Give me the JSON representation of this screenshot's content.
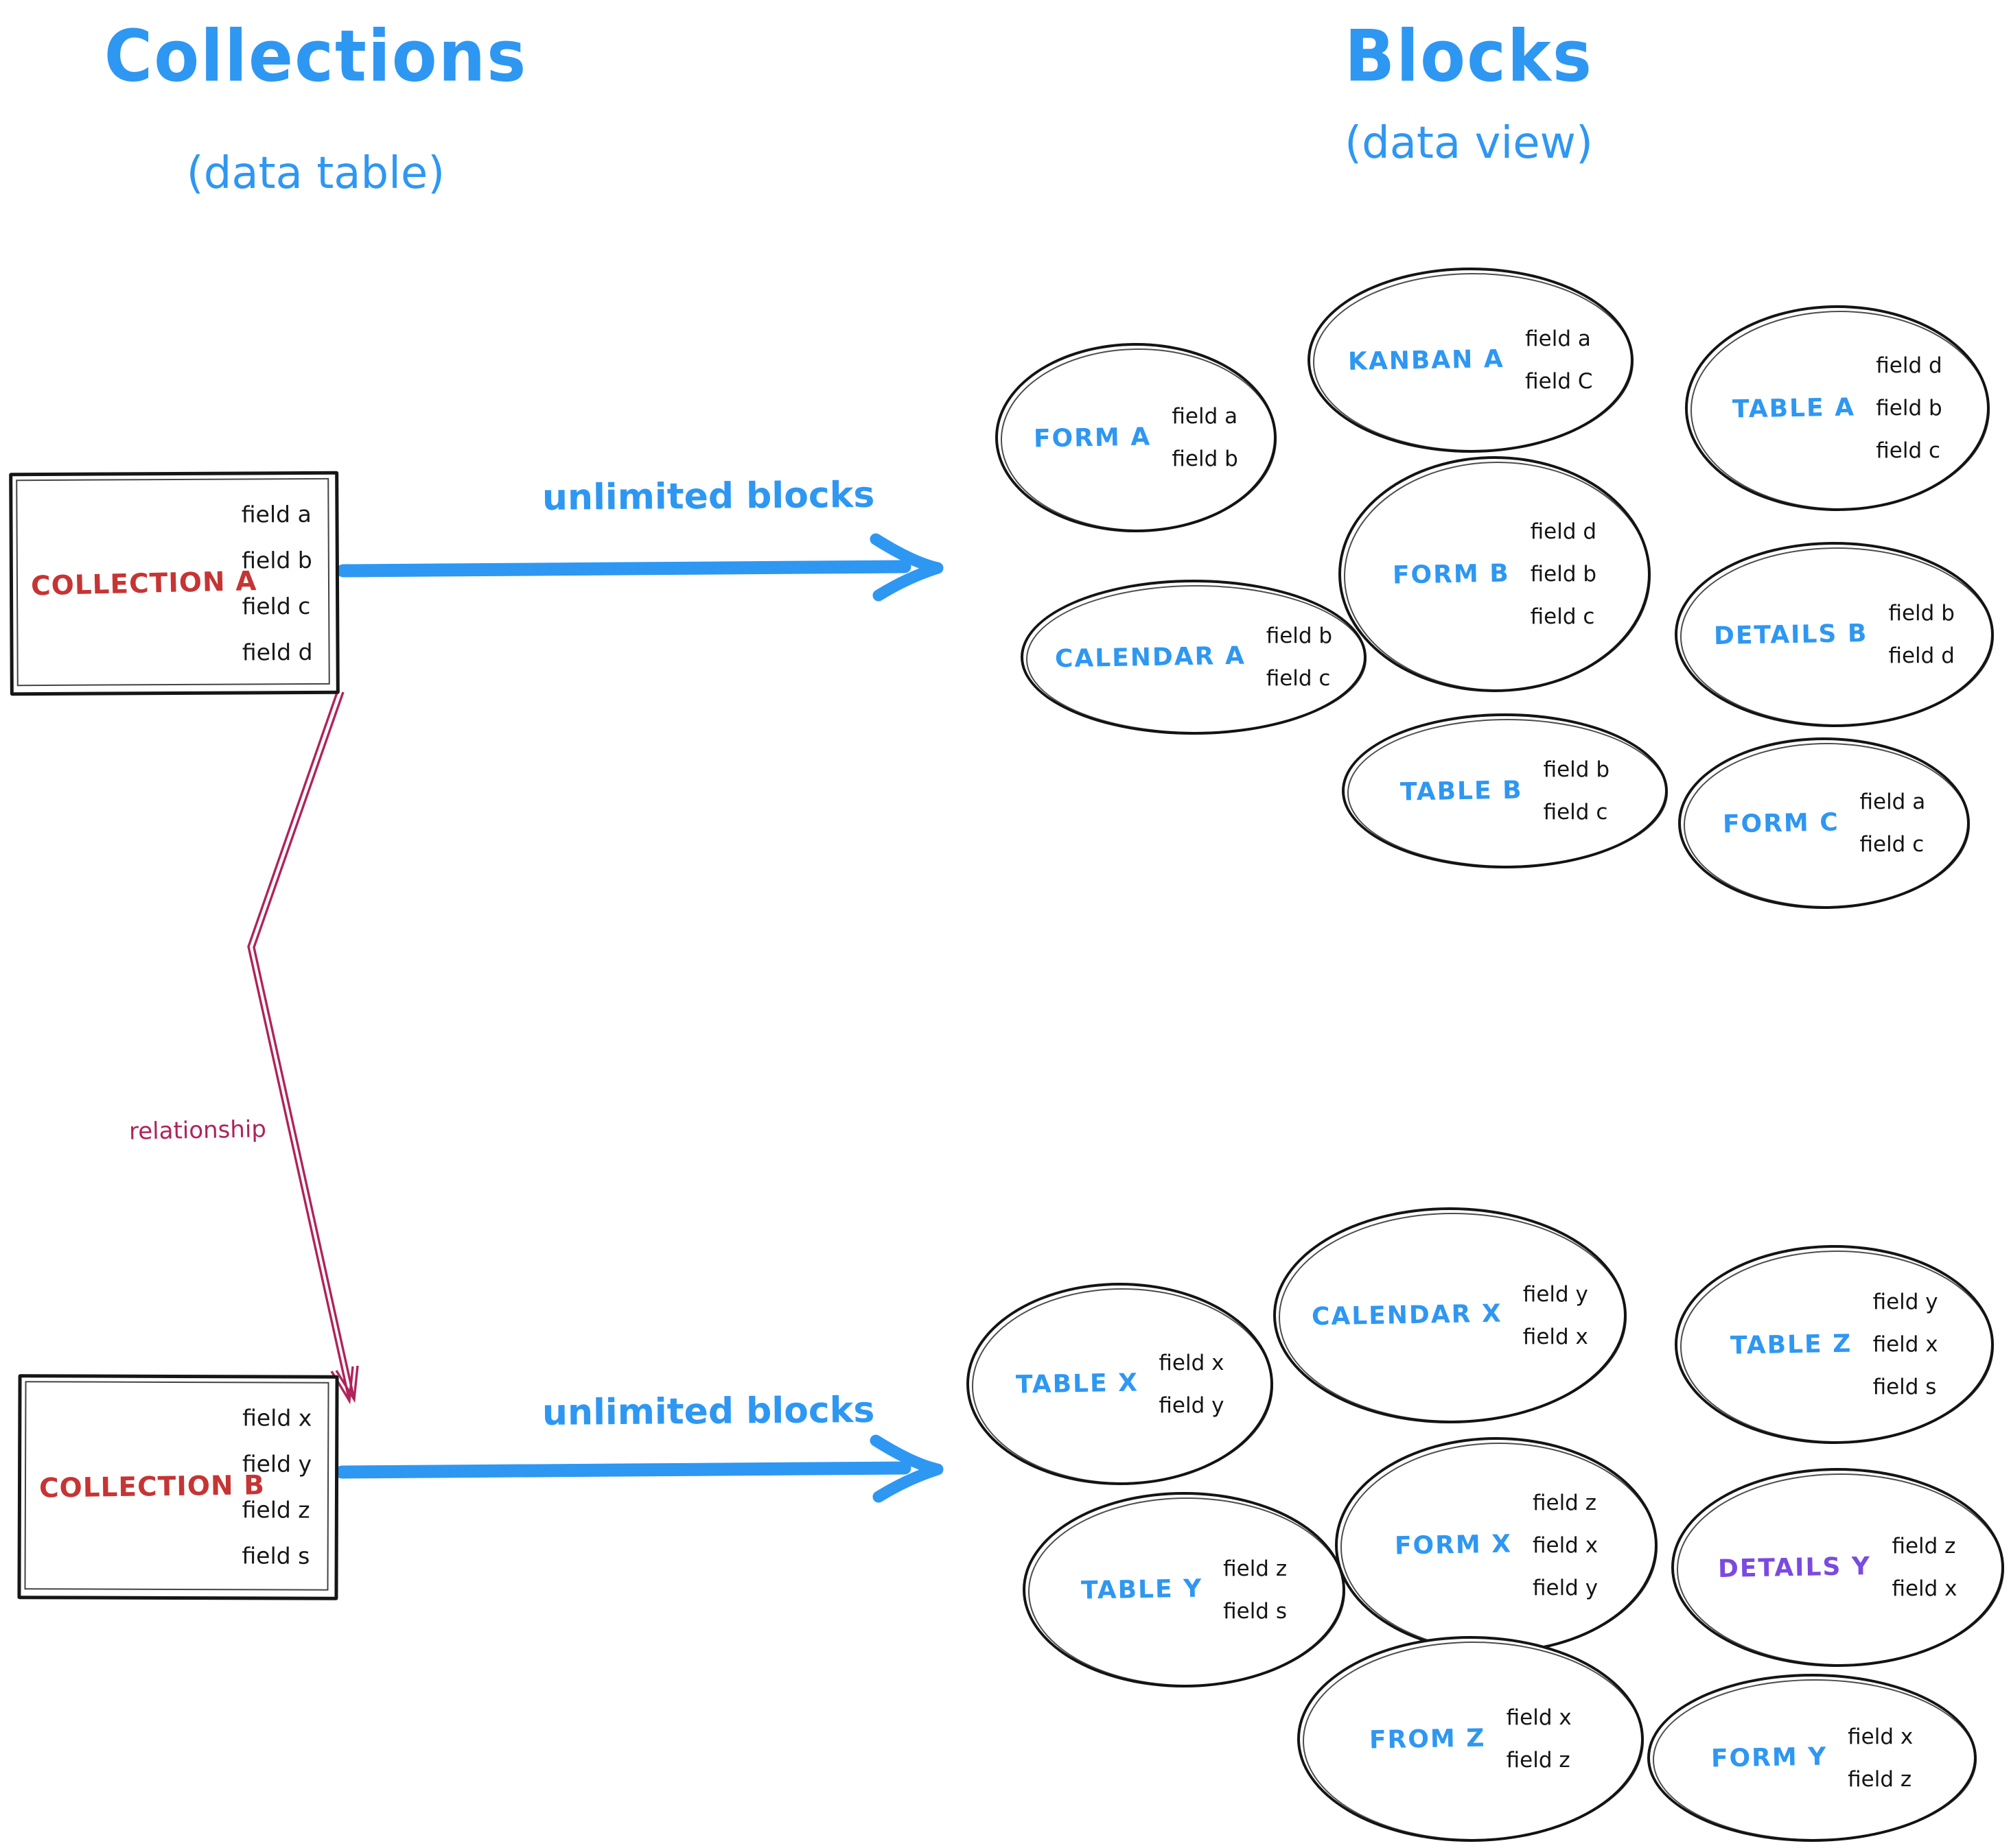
{
  "titles": {
    "left": {
      "main": "Collections",
      "sub": "(data table)"
    },
    "right": {
      "main": "Blocks",
      "sub": "(data view)"
    }
  },
  "collections": [
    {
      "name": "COLLECTION A",
      "fields": [
        "field a",
        "field b",
        "field c",
        "field d"
      ]
    },
    {
      "name": "COLLECTION B",
      "fields": [
        "field x",
        "field y",
        "field z",
        "field s"
      ]
    }
  ],
  "arrows": {
    "collection_a_label": "unlimited blocks",
    "collection_b_label": "unlimited blocks",
    "relationship_label": "relationship"
  },
  "blocks_a": [
    {
      "name": "FORM A",
      "fields": [
        "field a",
        "field b"
      ]
    },
    {
      "name": "KANBAN A",
      "fields": [
        "field a",
        "field C"
      ]
    },
    {
      "name": "TABLE A",
      "fields": [
        "field d",
        "field b",
        "field c"
      ]
    },
    {
      "name": "FORM B",
      "fields": [
        "field d",
        "field b",
        "field c"
      ]
    },
    {
      "name": "CALENDAR A",
      "fields": [
        "field b",
        "field c"
      ]
    },
    {
      "name": "TABLE B",
      "fields": [
        "field b",
        "field c"
      ]
    },
    {
      "name": "DETAILS B",
      "fields": [
        "field b",
        "field d"
      ]
    },
    {
      "name": "FORM C",
      "fields": [
        "field a",
        "field c"
      ]
    }
  ],
  "blocks_b": [
    {
      "name": "TABLE X",
      "fields": [
        "field x",
        "field y"
      ]
    },
    {
      "name": "CALENDAR X",
      "fields": [
        "field y",
        "field x"
      ]
    },
    {
      "name": "TABLE Z",
      "fields": [
        "field y",
        "field x",
        "field s"
      ]
    },
    {
      "name": "TABLE Y",
      "fields": [
        "field z",
        "field s"
      ]
    },
    {
      "name": "FORM X",
      "fields": [
        "field z",
        "field x",
        "field y"
      ]
    },
    {
      "name": "DETAILS Y",
      "fields": [
        "field z",
        "field x"
      ]
    },
    {
      "name": "FROM Z",
      "fields": [
        "field x",
        "field z"
      ]
    },
    {
      "name": "FORM Y",
      "fields": [
        "field x",
        "field z"
      ]
    }
  ],
  "colors": {
    "blue": "#2e97f2",
    "red": "#c63434",
    "crimson": "#b0235a",
    "purple": "#7b4ae0",
    "ink": "#161616"
  }
}
